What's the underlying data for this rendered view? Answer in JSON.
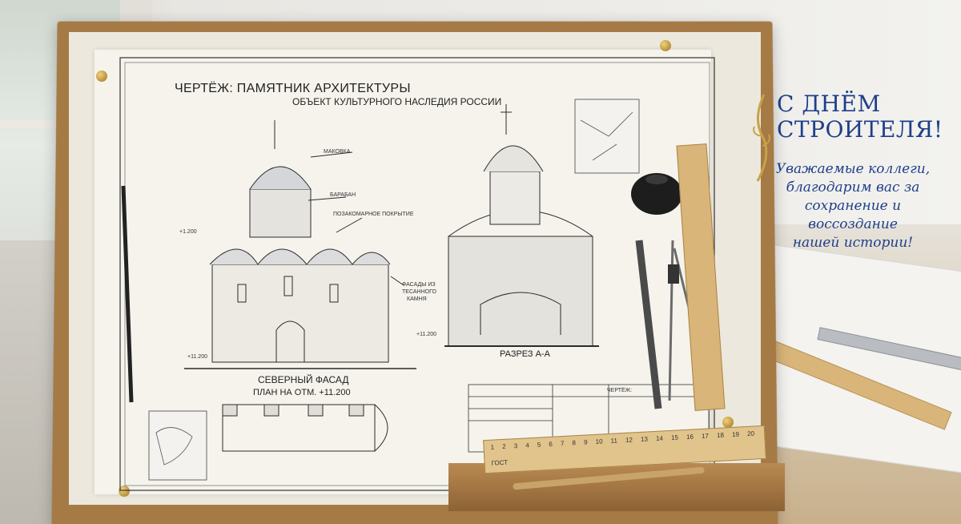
{
  "drawing": {
    "title": "ЧЕРТЁЖ: ПАМЯТНИК АРХИТЕКТУРЫ",
    "subtitle": "ОБЪЕКТ КУЛЬТУРНОГО НАСЛЕДИЯ РОССИИ",
    "label_dome": "МАКОВКА",
    "label_drum": "БАРАБАН",
    "label_roof": "ПОЗАКОМАРНОЕ ПОКРЫТИЕ",
    "label_facade_l1": "ФАСАДЫ ИЗ",
    "label_facade_l2": "ТЕСАННОГО",
    "label_facade_l3": "КАМНЯ",
    "mark_1200": "+1.200",
    "mark_11200_left": "+11.200",
    "mark_11200_right": "+11.200",
    "caption_north": "СЕВЕРНЫЙ ФАСАД",
    "caption_plan": "ПЛАН НА ОТМ. +11.200",
    "caption_section": "РАЗРЕЗ А-А",
    "stamp_label": "ЧЕРТЁЖ:",
    "ruler_label": "ГОСТ",
    "ruler_numbers": [
      "1",
      "2",
      "3",
      "4",
      "5",
      "6",
      "7",
      "8",
      "9",
      "10",
      "11",
      "12",
      "13",
      "14",
      "15",
      "16",
      "17",
      "18",
      "19",
      "20"
    ]
  },
  "greeting": {
    "title_line1": "С ДНЁМ",
    "title_line2": "СТРОИТЕЛЯ!",
    "body_line1": "Уважаемые коллеги,",
    "body_line2": "благодарим вас за",
    "body_line3": "сохранение и воссоздание",
    "body_line4": "нашей истории!"
  },
  "colors": {
    "greeting_blue": "#1f3f8a",
    "ornament_gold": "#c7a24a",
    "board_wood": "#a57a45"
  }
}
